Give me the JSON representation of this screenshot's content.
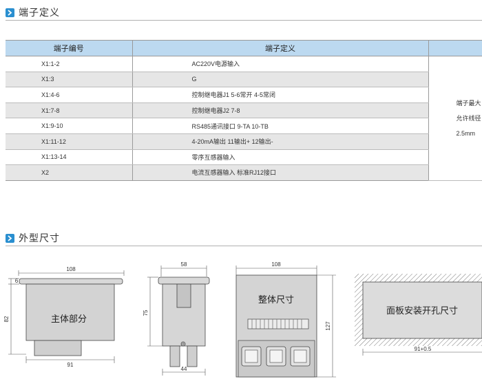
{
  "section1": {
    "title": "端子定义"
  },
  "table": {
    "headers": [
      "端子编号",
      "端子定义",
      ""
    ],
    "rows": [
      {
        "terminal": "X1:1-2",
        "definition": "AC220V电源输入"
      },
      {
        "terminal": "X1:3",
        "definition": "G"
      },
      {
        "terminal": "X1:4-6",
        "definition": "控制继电器J1 5-6常开 4-5常闭"
      },
      {
        "terminal": "X1:7-8",
        "definition": "控制继电器J2  7-8"
      },
      {
        "terminal": "X1:9-10",
        "definition": "RS485通讯接口 9-TA   10-TB"
      },
      {
        "terminal": "X1:11-12",
        "definition": "4-20mA输出 11输出+ 12输出-"
      },
      {
        "terminal": "X1:13-14",
        "definition": "零序互感器输入"
      },
      {
        "terminal": "X2",
        "definition": "电流互感器输入    标准RJ12接口"
      }
    ],
    "note_lines": [
      "端子最大",
      "允许线径",
      "2.5mm"
    ]
  },
  "section2": {
    "title": "外型尺寸"
  },
  "drawings": {
    "front": {
      "label": "主体部分",
      "dim_top": "108",
      "dim_left": "82",
      "dim_bottom": "91",
      "dim_small": "6"
    },
    "side": {
      "dim_top": "58",
      "dim_left": "75",
      "dim_bottom": "44"
    },
    "rear": {
      "label": "整体尺寸",
      "dim_top": "108",
      "dim_right": "127"
    },
    "cutout": {
      "label": "面板安装开孔尺寸",
      "dim_bottom": "91+0.5"
    }
  },
  "colors": {
    "accent": "#2a8fd0",
    "header_bg": "#bcd9f0",
    "row_alt": "#e6e6e6"
  },
  "icons": [
    "chevron-right-icon"
  ]
}
